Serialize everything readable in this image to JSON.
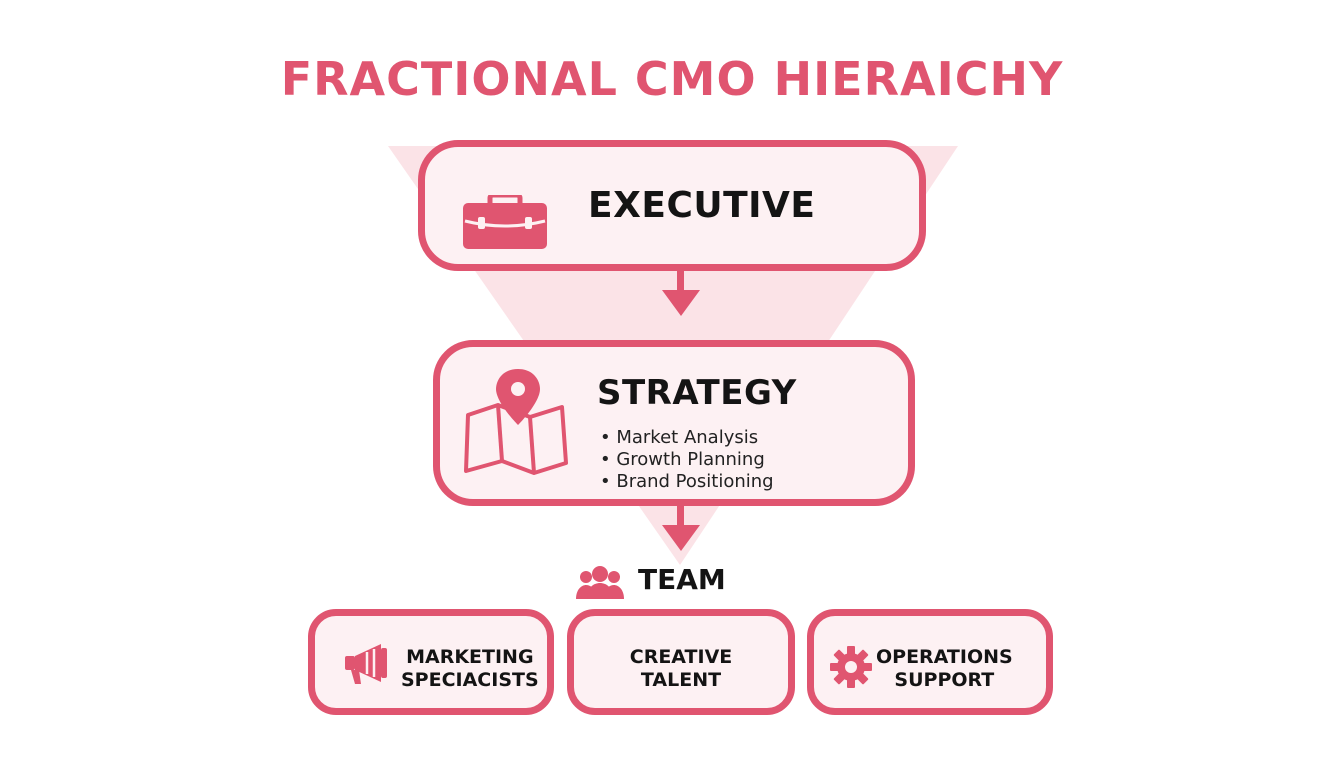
{
  "title": "FRACTIONAL CMO HIERAICHY",
  "executive": {
    "label": "EXECUTIVE",
    "icon": "briefcase-icon"
  },
  "strategy": {
    "label": "STRATEGY",
    "icon": "map-pin-icon",
    "bullets": [
      "Market Analysis",
      "Growth Planning",
      "Brand Positioning"
    ]
  },
  "team": {
    "label": "TEAM",
    "icon": "people-icon",
    "groups": [
      {
        "line1": "MARKETING",
        "line2": "SPECIACISTS",
        "icon": "megaphone-icon"
      },
      {
        "line1": "CREATIVE",
        "line2": "TALENT"
      },
      {
        "line1": "OPERATIONS",
        "line2": "SUPPORT",
        "icon": "gear-icon"
      }
    ]
  },
  "colors": {
    "accent": "#e05570",
    "box_fill": "#fdf1f3",
    "funnel_fill": "#fbe3e7",
    "text": "#141414"
  }
}
